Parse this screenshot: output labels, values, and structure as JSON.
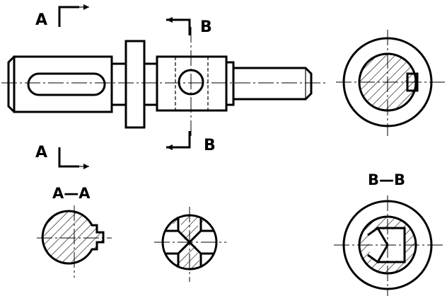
{
  "labels": {
    "section_a_top": "A",
    "section_a_bottom": "A",
    "section_b_top": "B",
    "section_b_bottom": "B",
    "section_a_title": "A—A",
    "section_b_title": "B—B"
  }
}
